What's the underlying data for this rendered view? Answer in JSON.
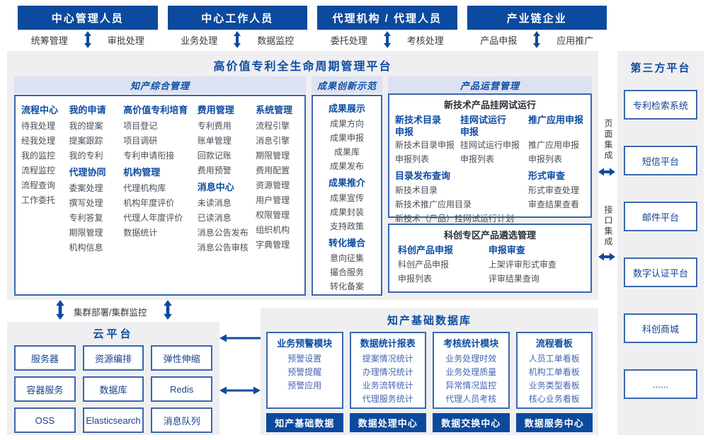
{
  "colors": {
    "primary_blue": "#0b4a9e",
    "heading_blue": "#0d4da1",
    "border_blue": "#3a67ae",
    "section_bar_bg": "#dce2f2",
    "panel_bg": "#efeff1",
    "item_gray": "#4a4e57",
    "item_blue": "#4666b0"
  },
  "roles": [
    {
      "title": "中心管理人员",
      "left": "统筹管理",
      "right": "审批处理"
    },
    {
      "title": "中心工作人员",
      "left": "业务处理",
      "right": "数据监控"
    },
    {
      "title": "代理机构 / 代理人员",
      "left": "委托处理",
      "right": "考核处理"
    },
    {
      "title": "产业链企业",
      "left": "产品申报",
      "right": "应用推广"
    }
  ],
  "main": {
    "title": "高价值专利全生命周期管理平台",
    "s1": {
      "title": "知产综合管理",
      "g1": {
        "h": "流程中心",
        "items": [
          "待我处理",
          "经我处理",
          "我的监控",
          "流程监控",
          "流程查询",
          "工作委托"
        ]
      },
      "g2": {
        "h": "我的申请",
        "items": [
          "我的提案",
          "提案跟踪",
          "我的专利"
        ]
      },
      "g3": {
        "h": "代理协同",
        "items": [
          "委案处理",
          "撰写处理",
          "专利答复",
          "期限管理",
          "机构信息"
        ]
      },
      "g4": {
        "h": "高价值专利培育",
        "items": [
          "项目登记",
          "项目调研",
          "专利申请衔接"
        ]
      },
      "g5": {
        "h": "机构管理",
        "items": [
          "代理机构库",
          "机构年度评价",
          "代理人年度评价",
          "数据统计"
        ]
      },
      "g6": {
        "h": "费用管理",
        "items": [
          "专利费用",
          "账单管理",
          "回款记账",
          "费用预警"
        ]
      },
      "g7": {
        "h": "消息中心",
        "items": [
          "未读消息",
          "已读消息",
          "消息公告发布",
          "消息公告审核"
        ]
      },
      "g8": {
        "h": "系统管理",
        "items": [
          "流程引擎",
          "消息引擎",
          "期限管理",
          "费用配置",
          "资源管理",
          "用户管理",
          "权限管理",
          "组织机构",
          "字典管理"
        ]
      }
    },
    "s2": {
      "title": "成果创新示范",
      "g1": {
        "h": "成果展示",
        "items": [
          "成果方向",
          "成果申报",
          "成果库",
          "成果发布"
        ]
      },
      "g2": {
        "h": "成果推介",
        "items": [
          "成果宣传",
          "成果封装",
          "支持政策"
        ]
      },
      "g3": {
        "h": "转化撮合",
        "items": [
          "意向征集",
          "撮合服务",
          "转化备案"
        ]
      }
    },
    "s3": {
      "title": "产品运营管理",
      "p1": {
        "title": "新技术产品挂网试运行",
        "g1": {
          "h": "新技术目录申报",
          "items": [
            "新技术目录申报",
            "申报列表"
          ]
        },
        "g2": {
          "h": "挂网试运行申报",
          "items": [
            "挂网试运行申报",
            "申报列表"
          ]
        },
        "g3": {
          "h": "推广应用申报",
          "items": [
            "推广应用申报",
            "申报列表"
          ]
        },
        "g4": {
          "h": "目录发布查询",
          "items": [
            "新技术目录",
            "新技术推广应用目录",
            "新技术（产品）挂网试运行计划"
          ]
        },
        "g5": {
          "h": "形式审查",
          "items": [
            "形式审查处理",
            "审查结果查看"
          ]
        }
      },
      "p2": {
        "title": "科创专区产品遴选管理",
        "g1": {
          "h": "科创产品申报",
          "items": [
            "科创产品申报",
            "申报列表"
          ]
        },
        "g2": {
          "h": "申报审查",
          "items": [
            "上架评审形式审查",
            "评审结果查询"
          ]
        }
      }
    }
  },
  "integration": {
    "page_label": "页面集成",
    "api_label": "接口集成"
  },
  "third_party": {
    "title": "第三方平台",
    "items": [
      "专利检索系统",
      "短信平台",
      "邮件平台",
      "数字认证平台",
      "科创商城",
      "......"
    ]
  },
  "cluster": {
    "label": "集群部署/集群监控"
  },
  "cloud": {
    "title": "云平台",
    "items": [
      "服务器",
      "资源编排",
      "弹性伸缩",
      "容器服务",
      "数据库",
      "Redis",
      "OSS",
      "Elasticsearch",
      "消息队列"
    ]
  },
  "database": {
    "title": "知产基础数据库",
    "modules": [
      {
        "h": "业务预警模块",
        "items": [
          "预警设置",
          "预警提醒",
          "预警应用"
        ]
      },
      {
        "h": "数据统计报表",
        "items": [
          "提案情况统计",
          "办理情况统计",
          "业务流转统计",
          "代理服务统计"
        ]
      },
      {
        "h": "考核统计模块",
        "items": [
          "业务处理时效",
          "业务处理质量",
          "异常情况监控",
          "代理人员考核"
        ]
      },
      {
        "h": "流程看板",
        "items": [
          "人员工单看板",
          "机构工单看板",
          "业务类型看板",
          "核心业务看板"
        ]
      }
    ],
    "footers": [
      "知产基础数据",
      "数据处理中心",
      "数据交换中心",
      "数据服务中心"
    ]
  }
}
